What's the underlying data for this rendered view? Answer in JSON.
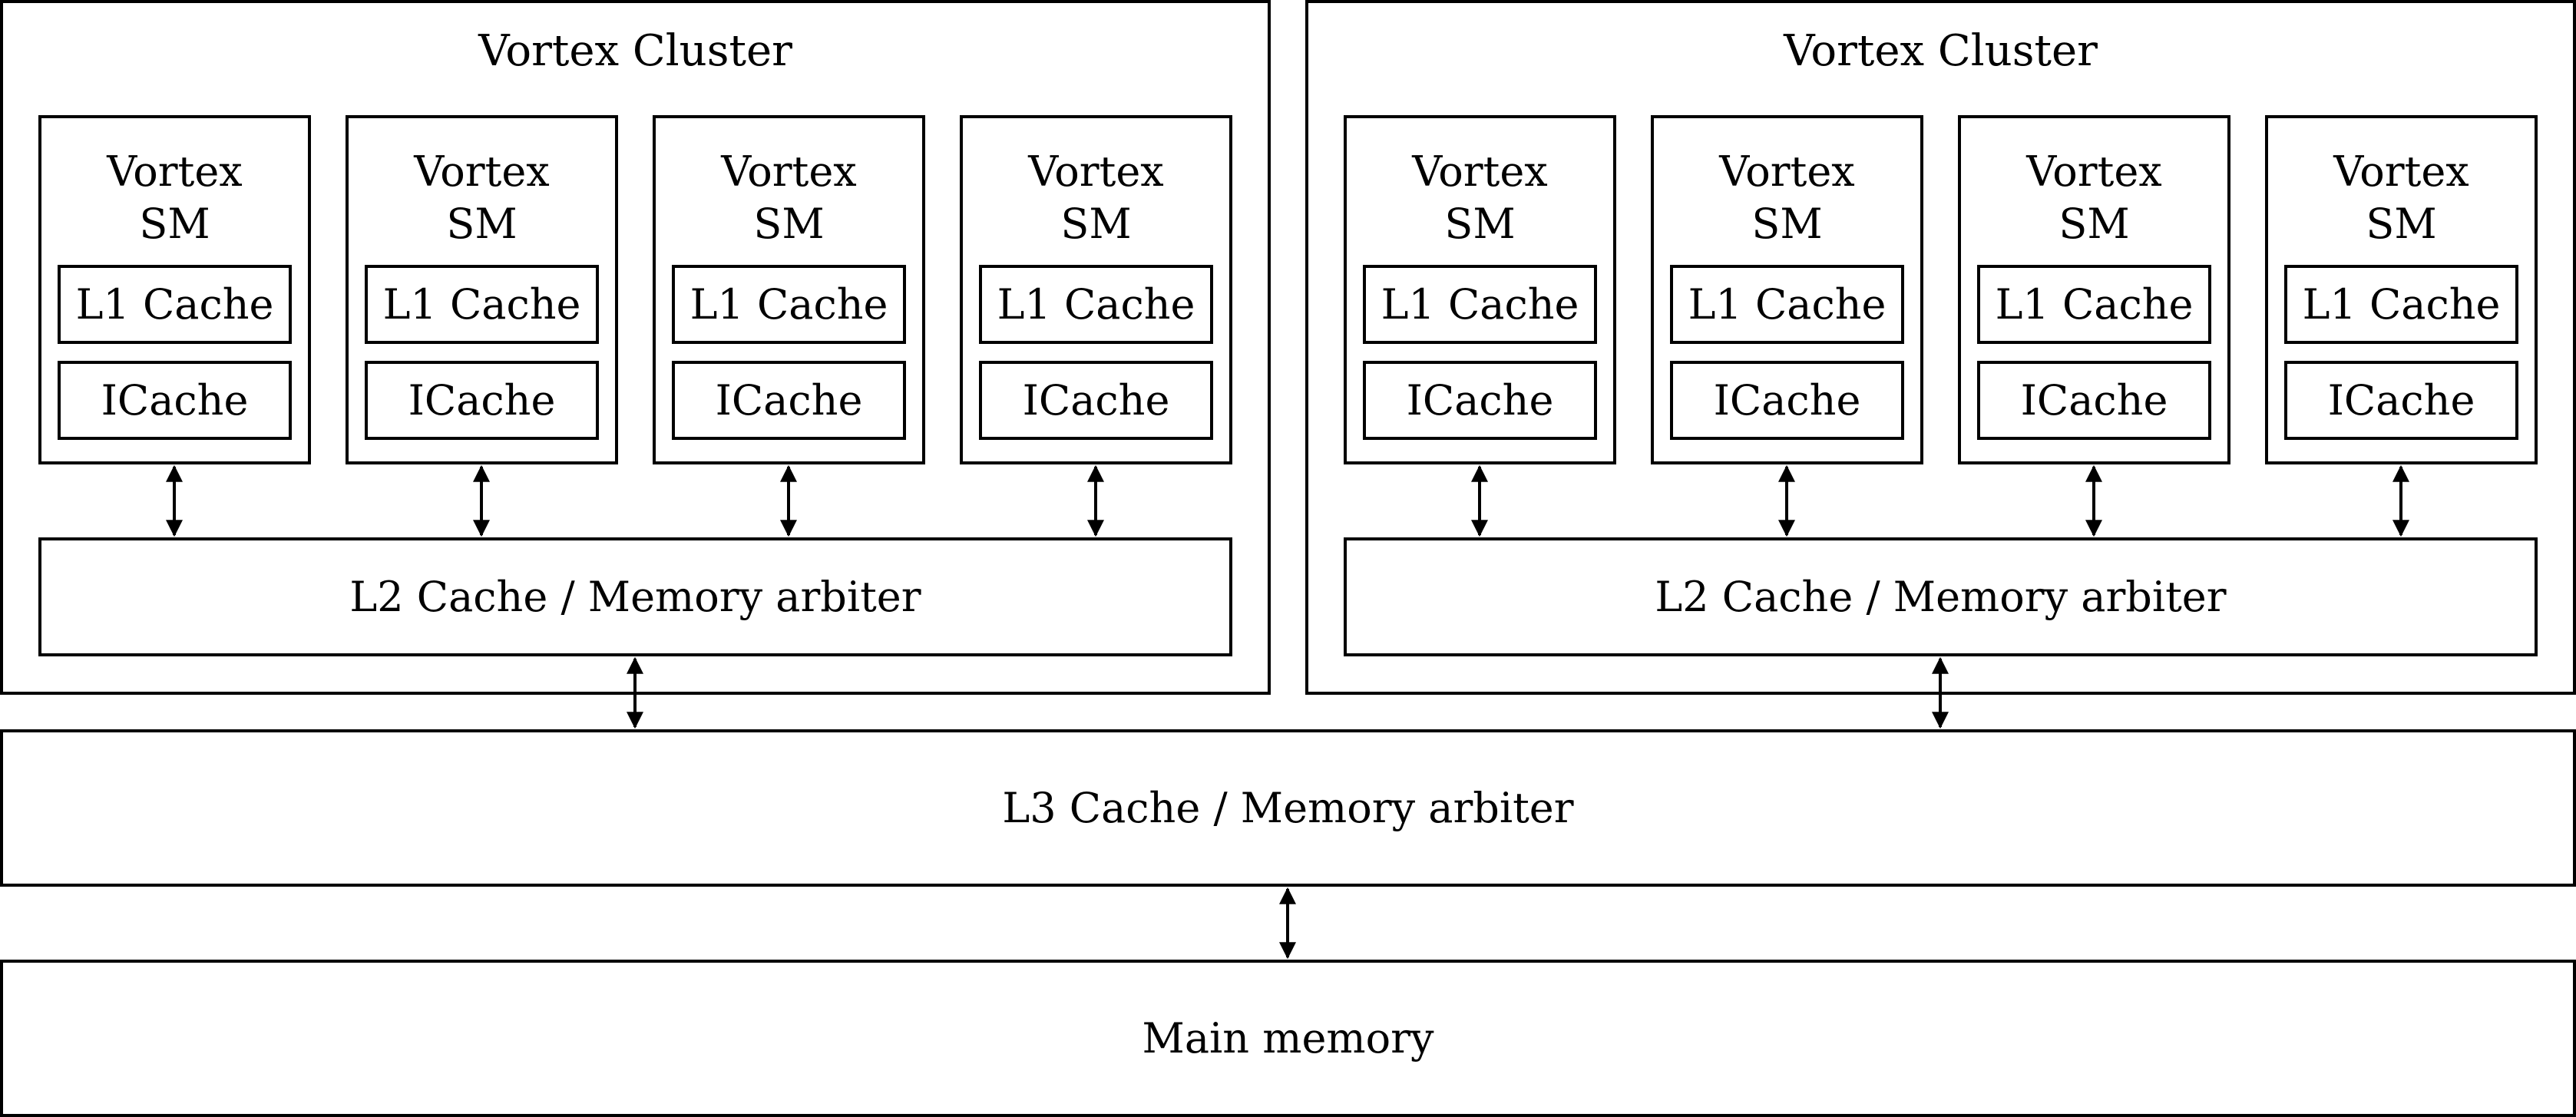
{
  "clusters": [
    {
      "title": "Vortex Cluster",
      "sms": [
        {
          "line1": "Vortex",
          "line2": "SM",
          "l1": "L1 Cache",
          "icache": "ICache"
        },
        {
          "line1": "Vortex",
          "line2": "SM",
          "l1": "L1 Cache",
          "icache": "ICache"
        },
        {
          "line1": "Vortex",
          "line2": "SM",
          "l1": "L1 Cache",
          "icache": "ICache"
        },
        {
          "line1": "Vortex",
          "line2": "SM",
          "l1": "L1 Cache",
          "icache": "ICache"
        }
      ],
      "l2": "L2 Cache / Memory arbiter"
    },
    {
      "title": "Vortex Cluster",
      "sms": [
        {
          "line1": "Vortex",
          "line2": "SM",
          "l1": "L1 Cache",
          "icache": "ICache"
        },
        {
          "line1": "Vortex",
          "line2": "SM",
          "l1": "L1 Cache",
          "icache": "ICache"
        },
        {
          "line1": "Vortex",
          "line2": "SM",
          "l1": "L1 Cache",
          "icache": "ICache"
        },
        {
          "line1": "Vortex",
          "line2": "SM",
          "l1": "L1 Cache",
          "icache": "ICache"
        }
      ],
      "l2": "L2 Cache / Memory arbiter"
    }
  ],
  "l3": "L3 Cache / Memory arbiter",
  "main_memory": "Main memory",
  "colors": {
    "stroke": "#000000",
    "background": "#ffffff"
  }
}
